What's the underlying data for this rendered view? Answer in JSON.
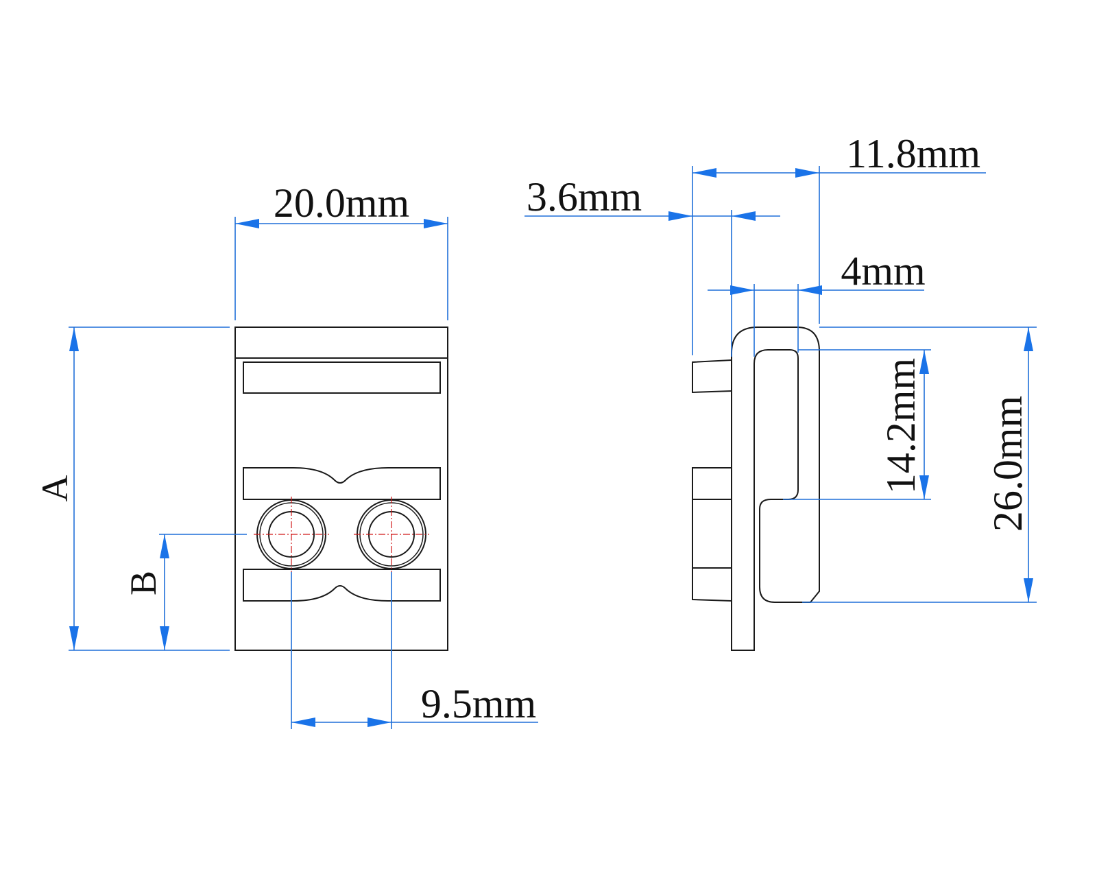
{
  "diagram": {
    "front_view": {
      "dimensions": {
        "width": "20.0mm",
        "hole_pitch": "9.5mm"
      },
      "labels": {
        "height_marker": "A",
        "hole_height_marker": "B"
      }
    },
    "side_view": {
      "dimensions": {
        "overall_depth": "11.8mm",
        "tab_offset": "3.6mm",
        "hook_gap": "4mm",
        "inner_height": "14.2mm",
        "overall_height": "26.0mm"
      }
    }
  },
  "colors": {
    "outline": "#1a1a1a",
    "dimension_line": "#1f6fd8",
    "arrow": "#1a73e8",
    "centerline": "#d01818",
    "background": "#ffffff"
  }
}
